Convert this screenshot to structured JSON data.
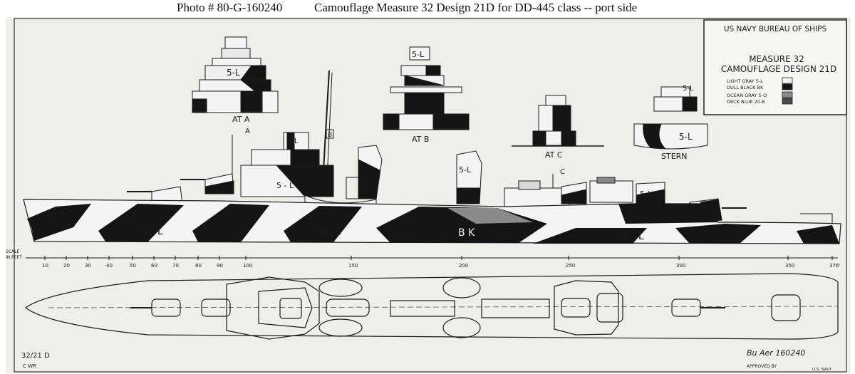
{
  "caption": {
    "photo_no": "Photo #  80-G-160240",
    "title": "Camouflage Measure 32 Design 21D for DD-445 class -- port side"
  },
  "title_block": {
    "agency": "US NAVY  BUREAU OF SHIPS",
    "measure": "MEASURE  32",
    "design": "CAMOUFLAGE  DESIGN 21D",
    "legend": [
      {
        "label": "LIGHT GRAY  5-L",
        "color": "#f4f4f4"
      },
      {
        "label": "DULL BLACK  BK",
        "color": "#141414"
      },
      {
        "label": "OCEAN GRAY  5-O",
        "color": "#8a8a8a"
      },
      {
        "label": "DECK BLUE  20-B",
        "color": "#4a4a4a"
      }
    ]
  },
  "sections": {
    "at_a": "AT A",
    "at_b": "AT B",
    "at_c": "AT C",
    "stern": "STERN",
    "sec_5l": "5-L"
  },
  "callouts": {
    "a": "A",
    "b": "B",
    "c": "C"
  },
  "hull_labels": {
    "bow": "5 - L",
    "fwd": "5 - L",
    "mid": "5 - L",
    "bk": "B K",
    "aft": "5 - L",
    "aft_upper": "5-L",
    "dir": "5-L",
    "bridge": "5 - L",
    "stack": "5-L",
    "mount": "5-L"
  },
  "scale": {
    "label_1": "SCALE",
    "label_2": "IN FEET",
    "ticks": [
      "10",
      "20",
      "30",
      "40",
      "50",
      "60",
      "70",
      "80",
      "90",
      "100",
      "150",
      "200",
      "250",
      "300",
      "350",
      "376'"
    ]
  },
  "notes": {
    "design_ref": "32/21 D",
    "initials": "C WR",
    "bu_aer": "Bu Aer 160240",
    "approved": "APPROVED BY",
    "us_navy": "U.S. NAVY"
  }
}
